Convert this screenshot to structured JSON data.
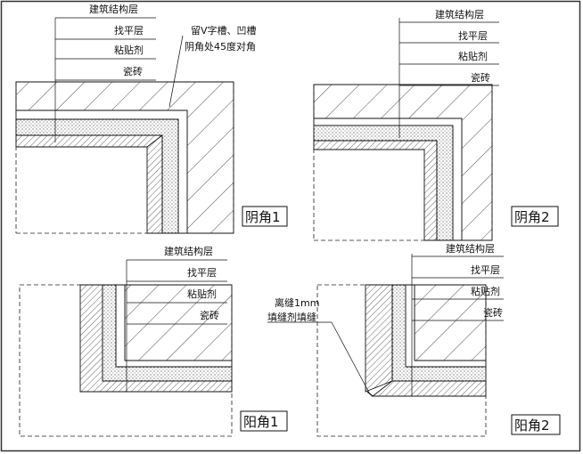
{
  "panels": {
    "yin1": {
      "title": "阴角1",
      "layers": [
        "建筑结构层",
        "找平层",
        "粘贴剂",
        "瓷砖"
      ],
      "note_line1": "留V字槽、凹槽",
      "note_line2": "阴角处45度对角"
    },
    "yin2": {
      "title": "阴角2",
      "layers": [
        "建筑结构层",
        "找平层",
        "粘贴剂",
        "瓷砖"
      ]
    },
    "yang1": {
      "title": "阳角1",
      "layers": [
        "建筑结构层",
        "找平层",
        "粘贴剂",
        "瓷砖"
      ]
    },
    "yang2": {
      "title": "阳角2",
      "layers": [
        "建筑结构层",
        "找平层",
        "粘贴剂",
        "瓷砖"
      ],
      "note_line1": "离缝1mm",
      "note_line2": "填缝剂填缝"
    }
  },
  "colors": {
    "line": "#111111",
    "dots": "#555555",
    "frame": "#333333"
  }
}
